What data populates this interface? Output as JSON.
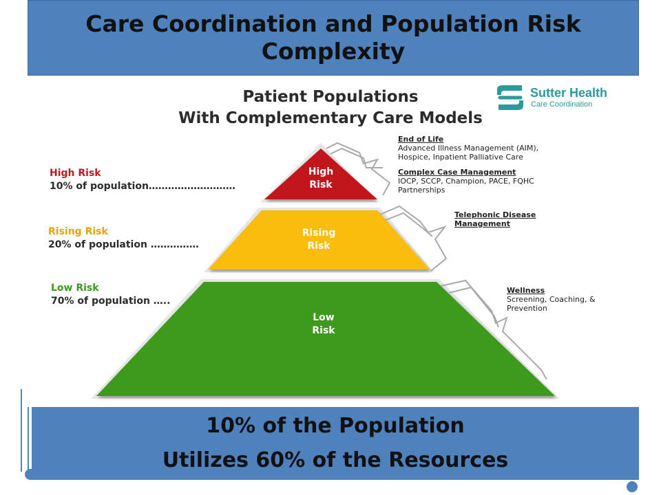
{
  "slide": {
    "title_line1": "Care Coordination and Population Risk",
    "title_line2": "Complexity",
    "heading_line1": "Patient Populations",
    "heading_line2": "With Complementary Care Models"
  },
  "logo": {
    "name": "Sutter Health",
    "subtitle": "Care Coordination",
    "icon": "sutter-health-logo-icon"
  },
  "tiers": {
    "high": {
      "label": "High Risk",
      "population": "10% of population………………………",
      "pyramid_line1": "High",
      "pyramid_line2": "Risk",
      "color": "#c0161c"
    },
    "rising": {
      "label": "Rising Risk",
      "population": "20% of population ……………",
      "pyramid_line1": "Rising",
      "pyramid_line2": "Risk",
      "color": "#fbbd08"
    },
    "low": {
      "label": "Low Risk",
      "population": "70% of population …..",
      "pyramid_line1": "Low",
      "pyramid_line2": "Risk",
      "color": "#3c9a1d"
    }
  },
  "care_models": {
    "end_of_life": {
      "heading": "End of Life",
      "lines": [
        "Advanced Illness Management (AIM),",
        "Hospice, Inpatient Palliative Care"
      ]
    },
    "complex_case": {
      "heading": "Complex Case Management",
      "lines": [
        "IOCP, SCCP, Champion, PACE, FQHC",
        "Partnerships"
      ]
    },
    "telephonic": {
      "heading_line1": "Telephonic Disease",
      "heading_line2": "Management"
    },
    "wellness": {
      "heading": "Wellness",
      "lines": [
        "Screening, Coaching, &",
        "Prevention"
      ]
    }
  },
  "footer": {
    "line1": "10% of the Population",
    "line2": "Utilizes 60% of the Resources"
  },
  "colors": {
    "accent": "#4f81bd",
    "label_high": "#c0161c",
    "label_rising": "#e8a500",
    "label_low": "#3c9a1d"
  }
}
